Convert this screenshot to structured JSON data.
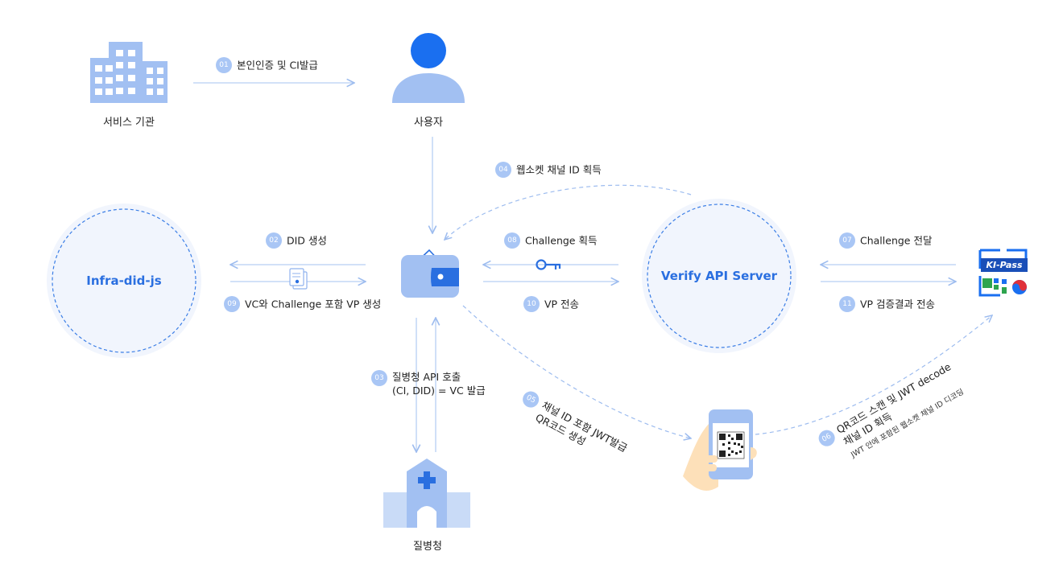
{
  "nodes": {
    "service_org": "서비스 기관",
    "user": "사용자",
    "kdca": "질병청",
    "infra_did_js": "Infra-did-js",
    "verify_api_server": "Verify API Server"
  },
  "steps": {
    "s01": {
      "num": "01",
      "text": "본인인증 및 CI발급"
    },
    "s02": {
      "num": "02",
      "text": "DID 생성"
    },
    "s03": {
      "num": "03",
      "line1": "질병청 API 호출",
      "line2": "(CI, DID) = VC 발급"
    },
    "s04": {
      "num": "04",
      "text": "웹소켓 채널 ID 획득"
    },
    "s05": {
      "num": "05",
      "line1": "채널 ID 포함 JWT발급",
      "line2": "QR코드 생성"
    },
    "s06": {
      "num": "06",
      "line1": "QR코드 스캔 및 JWT decode",
      "line2": "채널 ID 획득",
      "line3": "JWT 안에 포함된 웹소켓 채널 ID 디코딩"
    },
    "s07": {
      "num": "07",
      "text": "Challenge 전달"
    },
    "s08": {
      "num": "08",
      "text": "Challenge 획득"
    },
    "s09": {
      "num": "09",
      "text": "VC와 Challenge 포함 VP 생성"
    },
    "s10": {
      "num": "10",
      "text": "VP 전송"
    },
    "s11": {
      "num": "11",
      "text": "VP 검증결과 전송"
    }
  },
  "logo": {
    "text": "KI-Pass"
  },
  "icons": [
    "building-icon",
    "user-icon",
    "wallet-icon",
    "hospital-icon",
    "key-icon",
    "document-icon",
    "phone-qr-icon",
    "ki-pass-logo"
  ],
  "colors": {
    "accent": "#2a6fe0",
    "arrow": "#b7cff3",
    "light_blue": "#a9c6f5",
    "circle_fill": "#f1f5fd",
    "icon_fill": "#a2c0f2"
  }
}
